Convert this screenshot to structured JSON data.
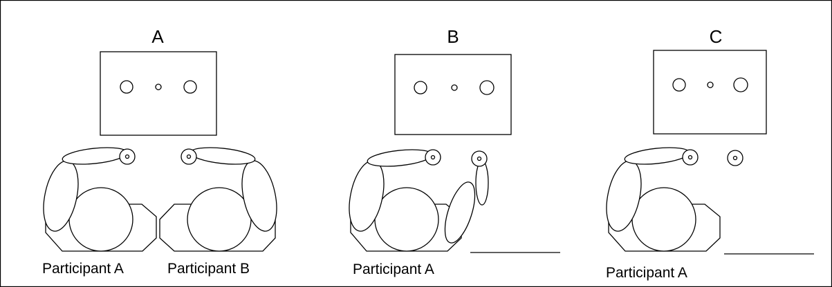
{
  "panels": [
    {
      "letter": "A",
      "captions": [
        "Participant A",
        "Participant B"
      ]
    },
    {
      "letter": "B",
      "captions": [
        "Participant A"
      ]
    },
    {
      "letter": "C",
      "captions": [
        "Participant A"
      ]
    }
  ]
}
